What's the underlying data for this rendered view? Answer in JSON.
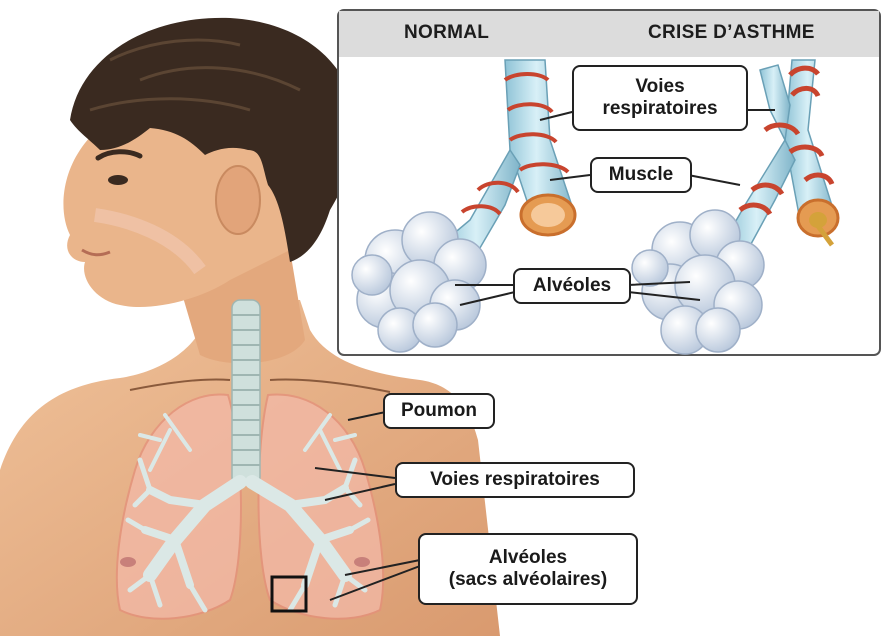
{
  "inset": {
    "header_normal": "NORMAL",
    "header_asthma": "CRISE D’ASTHME",
    "label_airways": [
      "Voies",
      "respiratoires"
    ],
    "label_muscle": "Muscle",
    "label_alveoli": "Alvéoles"
  },
  "body_labels": {
    "lung": "Poumon",
    "airways": "Voies respiratoires",
    "alveoli": [
      "Alvéoles",
      "(sacs alvéolaires)"
    ]
  },
  "colors": {
    "skin": "#e8b48a",
    "hair": "#3a2a20",
    "airway": "#b9e0ec",
    "muscle": "#c8442e",
    "lung": "#f3b9a8",
    "alveoli": "#dbe6f3",
    "inset_header": "#dcdcdc"
  }
}
